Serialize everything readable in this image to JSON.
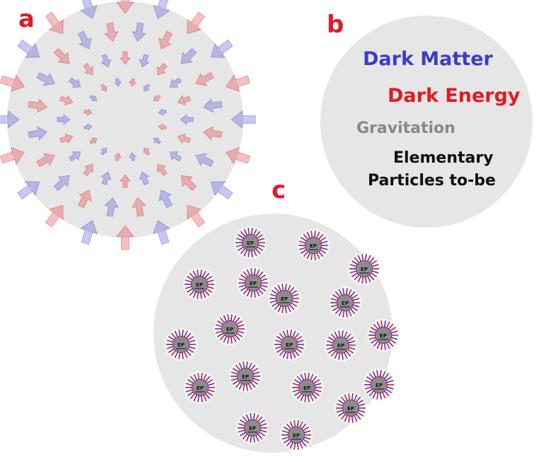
{
  "panels": {
    "a": {
      "label": "a"
    },
    "b": {
      "label": "b"
    },
    "c": {
      "label": "c"
    }
  },
  "legend": {
    "dark_matter": "Dark Matter",
    "dark_energy": "Dark Energy",
    "gravitation": "Gravitation",
    "elementary_line1": "Elementary",
    "elementary_line2": "Particles to-be"
  },
  "particle_label": "EP",
  "colors": {
    "dark_matter": "#3b3bd0",
    "dark_energy": "#e01b24",
    "gravitation": "#888888",
    "elementary": "#111111",
    "panel_label": "#e01b24",
    "circle_fill": "#e6e6e6"
  }
}
